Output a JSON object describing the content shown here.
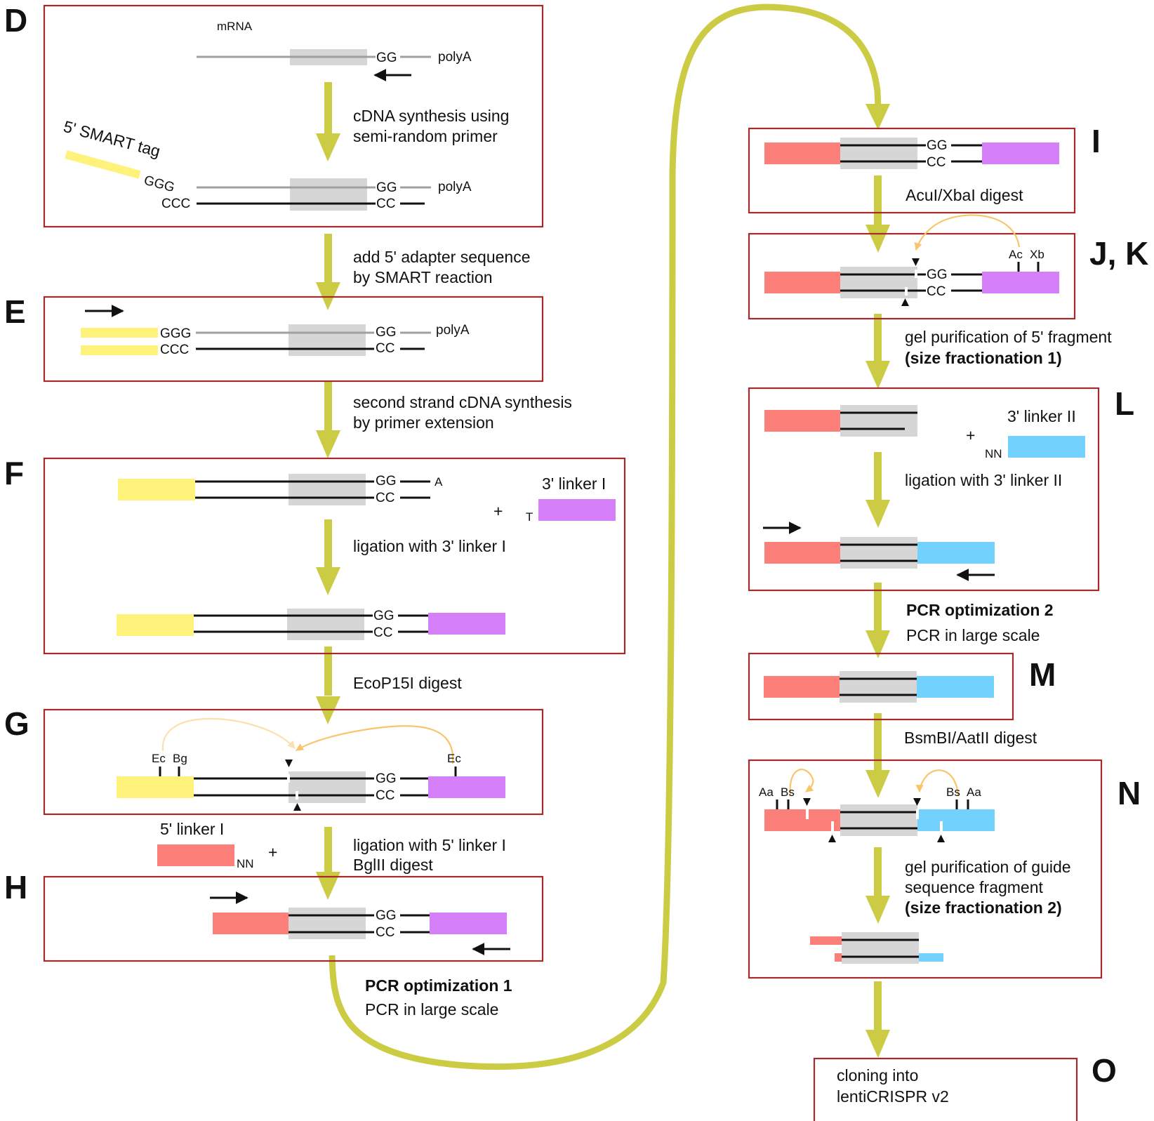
{
  "colors": {
    "box_border": "#a52a2a",
    "flow_arrow": "#cccc44",
    "yellow": "#fff27a",
    "purple": "#d580f8",
    "salmon": "#fc8079",
    "cyan": "#72d2fd",
    "gray_region": "#d6d6d6",
    "cut_arrow": "#f9c46a"
  },
  "panels": {
    "D": "D",
    "E": "E",
    "F": "F",
    "G": "G",
    "H": "H",
    "I": "I",
    "JK": "J, K",
    "L": "L",
    "M": "M",
    "N": "N",
    "O": "O"
  },
  "labels": {
    "mrna": "mRNA",
    "polya": "polyA",
    "gg": "GG",
    "cc": "CC",
    "ggg": "GGG",
    "ccc": "CCC",
    "a": "A",
    "t": "T",
    "nn": "NN",
    "plus": "+",
    "smart_tag": "5' SMART tag",
    "linker3_i": "3' linker I",
    "linker3_ii": "3' linker II",
    "linker5_i": "5' linker I",
    "ec": "Ec",
    "bg": "Bg",
    "ac": "Ac",
    "xb": "Xb",
    "aa": "Aa",
    "bs": "Bs"
  },
  "steps": {
    "cdna_1": "cDNA synthesis using",
    "cdna_2": "semi-random primer",
    "adapter_1": "add 5' adapter sequence",
    "adapter_2": "by SMART reaction",
    "second_1": "second strand cDNA synthesis",
    "second_2": "by primer extension",
    "lig3": "ligation with 3' linker I",
    "ecop": "EcoP15I digest",
    "lig5_1": "ligation with 5' linker I",
    "lig5_2": "BglII digest",
    "pcr1_bold": "PCR optimization 1",
    "pcr1": "PCR in large scale",
    "acui": "AcuI/XbaI digest",
    "gel1_1": "gel purification of 5' fragment",
    "gel1_2": "(size fractionation 1)",
    "lig3ii": "ligation with 3' linker II",
    "pcr2_bold": "PCR optimization 2",
    "pcr2": "PCR in large scale",
    "bsmbi": "BsmBI/AatII digest",
    "gel2_1": "gel purification of guide",
    "gel2_2": "sequence fragment",
    "gel2_3": "(size fractionation 2)",
    "clone_1": "cloning into",
    "clone_2": "lentiCRISPR v2"
  }
}
